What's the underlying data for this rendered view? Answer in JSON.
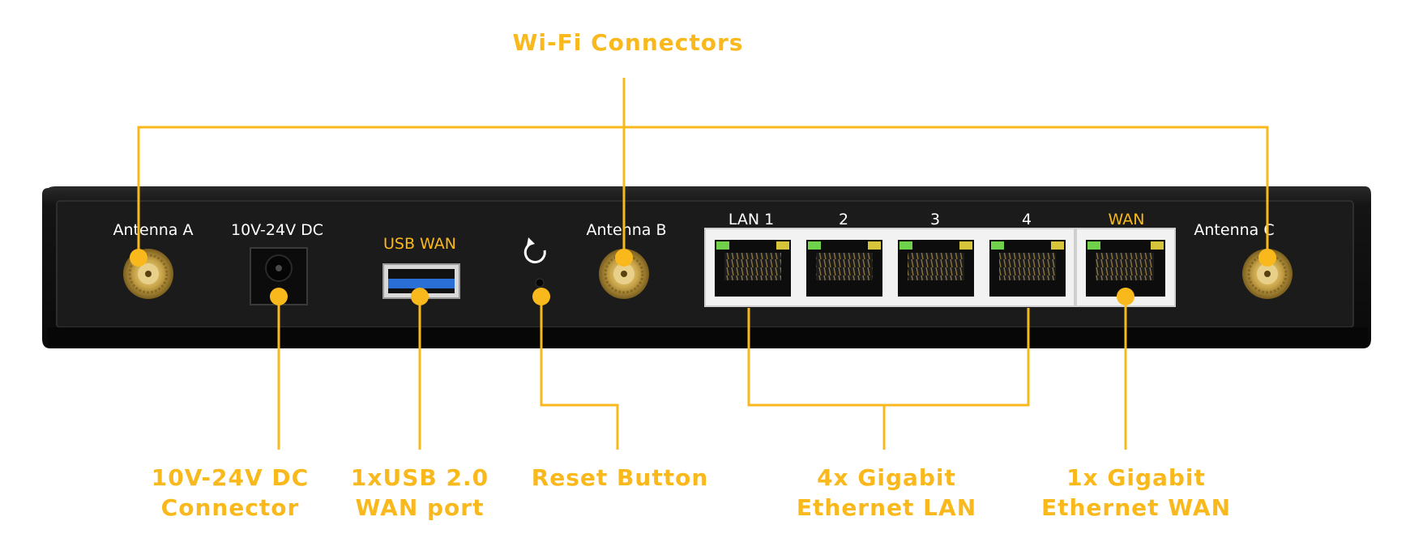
{
  "colors": {
    "accent": "#F9B91C",
    "chassis": "#101010",
    "panel": "#1a1a1a",
    "panel_text": "#ffffff",
    "usb_blue": "#2a6fd6",
    "led_green": "#6fd24a",
    "led_yellow": "#d6c43a",
    "gold": "#c9a54a"
  },
  "callouts": {
    "wifi": "Wi-Fi Connectors",
    "dc_line1": "10V-24V DC",
    "dc_line2": "Connector",
    "usb_line1": "1xUSB 2.0",
    "usb_line2": "WAN port",
    "reset": "Reset Button",
    "lan_line1": "4x Gigabit",
    "lan_line2": "Ethernet LAN",
    "wan_line1": "1x Gigabit",
    "wan_line2": "Ethernet WAN"
  },
  "panel_labels": {
    "antenna_a": "Antenna  A",
    "dc": "10V-24V DC",
    "usb": "USB WAN",
    "antenna_b": "Antenna  B",
    "lan1": "LAN 1",
    "lan2": "2",
    "lan3": "3",
    "lan4": "4",
    "wan": "WAN",
    "antenna_c": "Antenna  C"
  },
  "icons": {
    "reset": "reset-icon"
  }
}
